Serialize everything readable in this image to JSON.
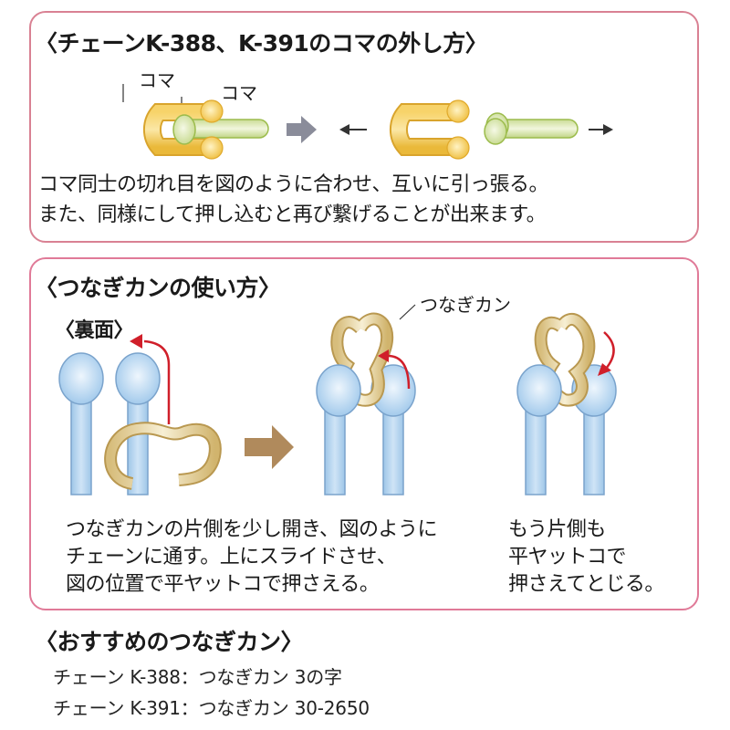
{
  "section1": {
    "heading": "〈チェーンK-388、K-391のコマの外し方〉",
    "diagram_labels": {
      "koma_1": "コマ",
      "koma_2": "コマ"
    },
    "icons": [
      "gray-right-arrow-icon",
      "left-arrow-icon",
      "right-arrow-icon"
    ],
    "lines": [
      "コマ同士の切れ目を図のように合わせ、互いに引っ張る。",
      "また、同様にして押し込むと再び繋げることが出来ます。"
    ]
  },
  "section2": {
    "heading": "〈つなぎカンの使い方〉",
    "back_label": "〈裏面〉",
    "callout_label": "つなぎカン",
    "step1_lines": [
      "つなぎカンの片側を少し開き、図のように",
      "チェーンに通す。上にスライドさせ、",
      "図の位置で平ヤットコで押さえる。"
    ],
    "step2_lines": [
      "もう片側も",
      "平ヤットコで",
      "押さえてとじる。"
    ]
  },
  "section3": {
    "heading": "〈おすすめのつなぎカン〉",
    "items": [
      "チェーン K-388：つなぎカン 3の字",
      "チェーン K-391：つなぎカン 30-2650"
    ]
  },
  "colors": {
    "box_border": "#e07a98",
    "gold": "#f2c443",
    "green": "#cfe0a0",
    "blue": "#a9d0ee",
    "ring": "#d8c083",
    "red_arrow": "#d01f2a",
    "gray_arrow": "#8a8c9a",
    "brown_arrow": "#b08a5c"
  }
}
